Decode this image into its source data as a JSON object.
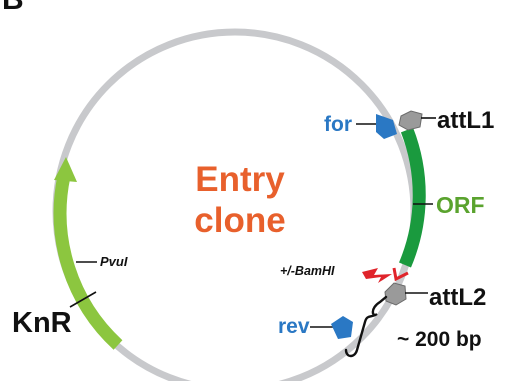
{
  "panel_letter": "B",
  "center": {
    "line1": "Entry",
    "line2": "clone"
  },
  "features": {
    "attL1": "attL1",
    "attL2": "attL2",
    "orf": "ORF",
    "knr": "KnR",
    "pvui": "PvuI",
    "bamhi": "+/-BamHI",
    "primer_for": "for",
    "primer_rev": "rev",
    "size": "~ 200 bp"
  },
  "colors": {
    "backbone": "#c8c9cc",
    "orf": "#1a9a3e",
    "knr": "#8cc63f",
    "primer": "#2a78c4",
    "center_text": "#e8602c",
    "att_box": "#9a9a9a",
    "bamhi": "#e0242b"
  }
}
